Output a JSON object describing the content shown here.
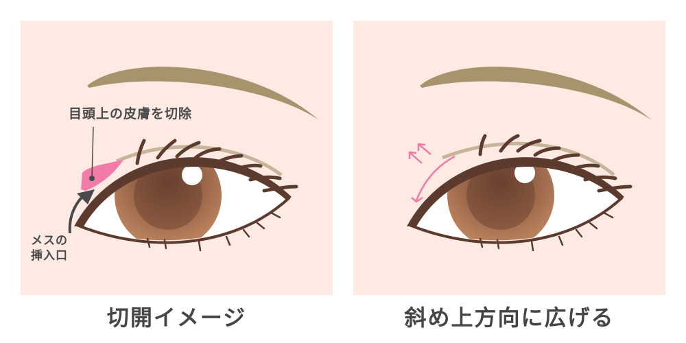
{
  "panels": [
    {
      "id": "incision",
      "caption": "切開イメージ",
      "annotations": {
        "top": "目頭上の皮膚を切除",
        "bottom_line1": "メスの",
        "bottom_line2": "挿入口"
      }
    },
    {
      "id": "widen",
      "caption": "斜め上方向に広げる"
    }
  ],
  "colors": {
    "background": "#fceae3",
    "eyebrow": "#a8946c",
    "eyeline": "#5c3a2e",
    "crease": "#c8b49a",
    "iris_outer": "#a8683f",
    "iris_inner": "#7a4a33",
    "highlight_pink": "#f27aa6",
    "text": "#454545"
  }
}
